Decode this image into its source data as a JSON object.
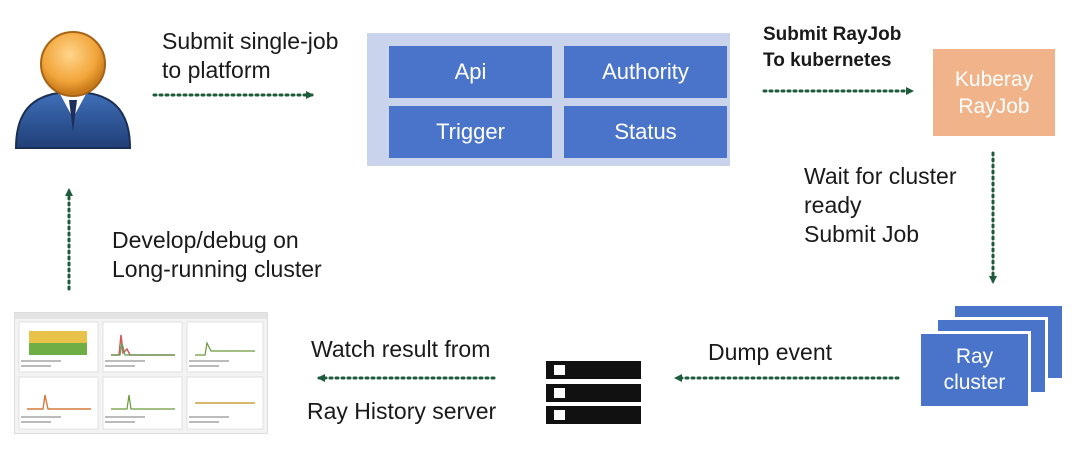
{
  "labels": {
    "submit_single_line1": "Submit single-job",
    "submit_single_line2": "to platform",
    "submit_rayjob_line1": "Submit RayJob",
    "submit_rayjob_line2": "To kubernetes",
    "wait_line1": "Wait for cluster",
    "wait_line2": "ready",
    "wait_line3": "Submit Job",
    "develop_line1": "Develop/debug on",
    "develop_line2": "Long-running cluster",
    "watch_line1": "Watch result from",
    "watch_line2": "Ray History server",
    "dump_event": "Dump event"
  },
  "platform": {
    "cells": [
      "Api",
      "Authority",
      "Trigger",
      "Status"
    ]
  },
  "kuberay": {
    "line1": "Kuberay",
    "line2": "RayJob"
  },
  "ray_cluster": {
    "line1": "Ray",
    "line2": "cluster"
  },
  "icons": {
    "user": "user-avatar-icon",
    "server": "server-stack-icon",
    "dashboard": "dashboard-screenshot-thumbnail"
  },
  "colors": {
    "block_blue": "#4a74c9",
    "platform_bg": "#c9d4ec",
    "kuberay_orange": "#f1b48a",
    "arrow_green": "#1e5a3c"
  }
}
